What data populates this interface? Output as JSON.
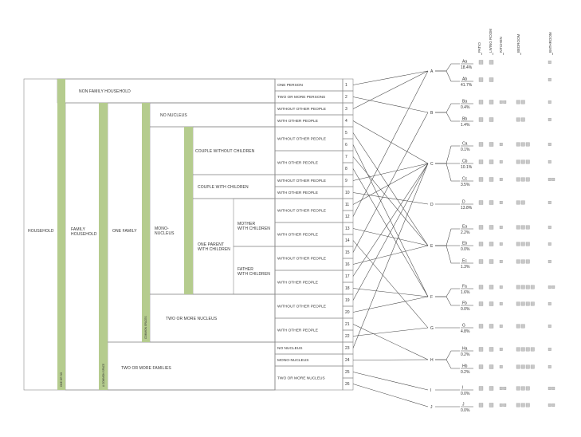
{
  "hierarchy": {
    "household": "HOUSEHOLD",
    "family_household": "FAMILY HOUSEHOLD",
    "non_family_household": "NON FAMILY HOUSEHOLD",
    "one_family": "ONE FAMILY",
    "two_or_more_families": "TWO OR MORE FAMILIES",
    "mono_nucleus": "MONO-\nNUCLEUS",
    "no_nucleus": "NO NUCLEUS",
    "two_or_more_nucleus": "TWO OR MORE NUCLEUS",
    "couple_without_children": "COUPLE WITHOUT CHILDREN",
    "couple_with_children": "COUPLE WITH CHILDREN",
    "one_parent_with_children": "ONE PARENT\nWITH CHILDREN",
    "mother_with_children": "MOTHER\nWITH CHILDREN",
    "father_with_children": "FATHER\nWITH CHILDREN"
  },
  "vertical_bar_labels": {
    "one_or_so": "ONE OR SO",
    "a_common_space_1": "A COMMON SPACE",
    "a_common_space_2": "COMMON SPACES"
  },
  "leaf_rows": [
    {
      "label": "ONE PERSON",
      "num": "1"
    },
    {
      "label": "TWO OR MORE PERSONS",
      "num": "2"
    },
    {
      "label": "WITHOUT OTHER PEOPLE",
      "num": "3"
    },
    {
      "label": "WITH OTHER PEOPLE",
      "num": "4"
    },
    {
      "label": "WITHOUT OTHER PEOPLE",
      "num": "5"
    },
    {
      "label": "",
      "num": "6"
    },
    {
      "label": "WITH OTHER PEOPLE",
      "num": "7"
    },
    {
      "label": "",
      "num": "8"
    },
    {
      "label": "WITHOUT OTHER PEOPLE",
      "num": "9"
    },
    {
      "label": "WITH OTHER PEOPLE",
      "num": "10"
    },
    {
      "label": "WITHOUT OTHER PEOPLE",
      "num": "11"
    },
    {
      "label": "",
      "num": "12"
    },
    {
      "label": "WITH OTHER PEOPLE",
      "num": "13"
    },
    {
      "label": "",
      "num": "14"
    },
    {
      "label": "WITHOUT OTHER PEOPLE",
      "num": "15"
    },
    {
      "label": "",
      "num": "16"
    },
    {
      "label": "WITH OTHER PEOPLE",
      "num": "17"
    },
    {
      "label": "",
      "num": "18"
    },
    {
      "label": "WITHOUT OTHER PEOPLE",
      "num": "19"
    },
    {
      "label": "",
      "num": "20"
    },
    {
      "label": "WITH OTHER PEOPLE",
      "num": "21"
    },
    {
      "label": "",
      "num": "22"
    },
    {
      "label": "NO NUCLEUS",
      "num": "23"
    },
    {
      "label": "MONO-NUCLEUS",
      "num": "24"
    },
    {
      "label": "TWO OR MORE NUCLEUS",
      "num": "25"
    },
    {
      "label": "",
      "num": "26"
    }
  ],
  "types": [
    "A",
    "B",
    "C",
    "D",
    "E",
    "F",
    "G",
    "H",
    "I",
    "J"
  ],
  "subtypes": [
    {
      "code": "Aa",
      "pct": "18.4%"
    },
    {
      "code": "Ab",
      "pct": "41.7%"
    },
    {
      "code": "Ba",
      "pct": "0.4%"
    },
    {
      "code": "Bb",
      "pct": "1.4%"
    },
    {
      "code": "Ca",
      "pct": "0.1%"
    },
    {
      "code": "Cb",
      "pct": "10.1%"
    },
    {
      "code": "Cc",
      "pct": "3.5%"
    },
    {
      "code": "D",
      "pct": "13.8%"
    },
    {
      "code": "Ea",
      "pct": "2.2%"
    },
    {
      "code": "Eb",
      "pct": "0.0%"
    },
    {
      "code": "Ec",
      "pct": "1.3%"
    },
    {
      "code": "Fa",
      "pct": "1.6%"
    },
    {
      "code": "Fb",
      "pct": "0.0%"
    },
    {
      "code": "G",
      "pct": "4.8%"
    },
    {
      "code": "Ha",
      "pct": "0.2%"
    },
    {
      "code": "Hb",
      "pct": "0.2%"
    },
    {
      "code": "I",
      "pct": "0.0%"
    },
    {
      "code": "J",
      "pct": "0.0%"
    }
  ],
  "room_headers": [
    "PATIO",
    "LIVING ROOM",
    "KITCHEN",
    "BEDROOM",
    "BATHROOM"
  ]
}
